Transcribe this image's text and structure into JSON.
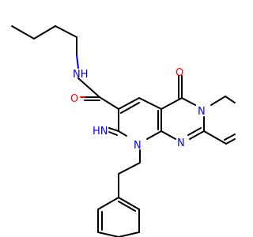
{
  "diagram": {
    "type": "chemical-structure",
    "background": "#ffffff",
    "colors": {
      "bond": "#000000",
      "nitrogen": "#0000ff",
      "oxygen": "#ff0000"
    },
    "atoms": {
      "amide_nh": "NH",
      "imine_nh": "HN",
      "amide_o": "O",
      "ketone_o": "O",
      "ring_n_top": "N",
      "ring_n_left": "N",
      "ring_n_bottom": "N"
    }
  }
}
